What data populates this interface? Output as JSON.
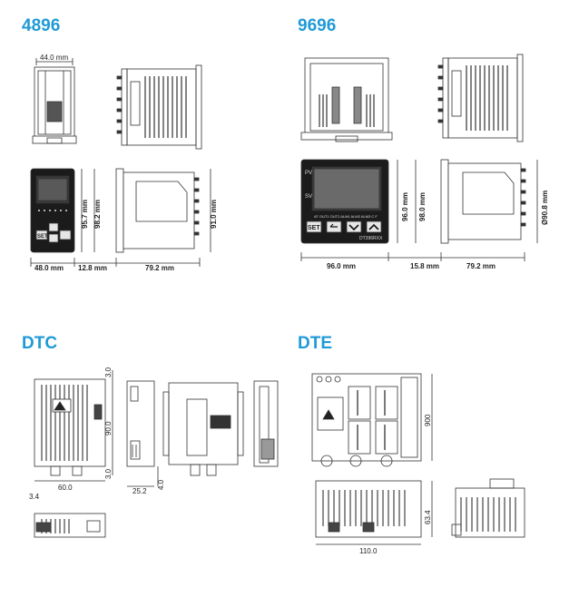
{
  "sections": {
    "s4896": {
      "title": "4896"
    },
    "s9696": {
      "title": "9696"
    },
    "dtc": {
      "title": "DTC"
    },
    "dte": {
      "title": "DTE"
    }
  },
  "dims_4896": {
    "top_width": "44.0 mm",
    "height_outer": "95.7 mm",
    "height_inner": "98.2 mm",
    "side_height": "91.0 mm",
    "front_width": "48.0 mm",
    "bezel_depth": "12.8 mm",
    "body_depth": "79.2 mm",
    "set_key": "SET"
  },
  "dims_9696": {
    "height_outer": "96.0 mm",
    "height_inner": "98.0 mm",
    "side_height": "Ø90.8 mm",
    "front_width": "96.0 mm",
    "bezel_depth": "15.8 mm",
    "body_depth": "79.2 mm",
    "pv": "PV",
    "sv": "SV",
    "set_key": "SET",
    "model": "DT396RXX",
    "leds": "AT OUT1 OUT2 ALM1 ALM2 ALM3 C F"
  },
  "dims_dtc": {
    "top_margin": "3.0",
    "height": "90.0",
    "bottom_margin": "3.0",
    "offset": "3.4",
    "width": "60.0",
    "side_width": "25.2",
    "side_offset": "4.0"
  },
  "dims_dte": {
    "height": "900",
    "bottom_height": "63.4",
    "width": "110.0"
  }
}
